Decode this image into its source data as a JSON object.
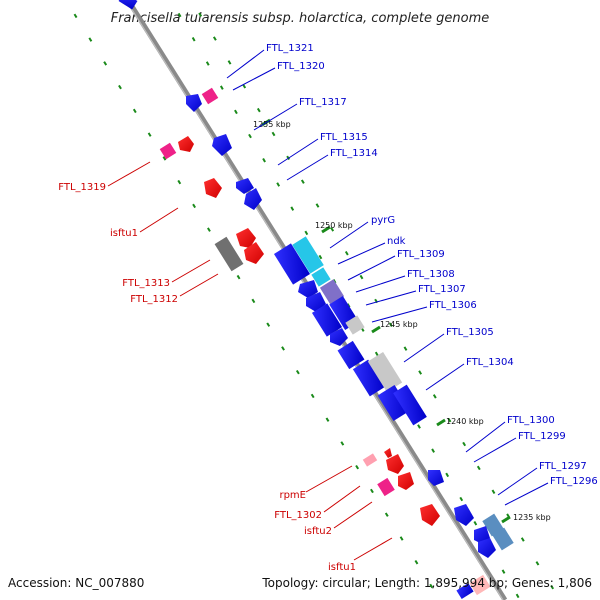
{
  "title": "Francisella tularensis subsp. holarctica, complete genome",
  "footer": {
    "accession": "Accession: NC_007880",
    "summary": "Topology: circular; Length: 1,895,994 bp; Genes: 1,806"
  },
  "colors": {
    "backbone": "#8a8a8a",
    "forward_gene": "#0000ee",
    "reverse_gene": "#ee0000",
    "pink_gene": "#ee2288",
    "rna_gene": "#26c6e8",
    "purple_gene": "#8070c8",
    "pseudo_gene": "#c8c8c8",
    "grey_gene": "#707070",
    "steel_gene": "#5a8ec0",
    "tick_dot": "#1a8a1a",
    "forward_label": "#0000cc",
    "reverse_label": "#cc0000"
  },
  "ticks": [
    {
      "label": "1255 kbp"
    },
    {
      "label": "1250 kbp"
    },
    {
      "label": "1245 kbp"
    },
    {
      "label": "1240 kbp"
    },
    {
      "label": "1235 kbp"
    }
  ],
  "forward_labels": [
    "FTL_1321",
    "FTL_1320",
    "FTL_1317",
    "FTL_1315",
    "FTL_1314",
    "pyrG",
    "ndk",
    "FTL_1309",
    "FTL_1308",
    "FTL_1307",
    "FTL_1306",
    "FTL_1305",
    "FTL_1304",
    "FTL_1300",
    "FTL_1299",
    "FTL_1297",
    "FTL_1296"
  ],
  "reverse_labels": [
    "FTL_1319",
    "isftu1",
    "FTL_1313",
    "FTL_1312",
    "rpmE",
    "FTL_1302",
    "isftu2",
    "isftu1"
  ]
}
